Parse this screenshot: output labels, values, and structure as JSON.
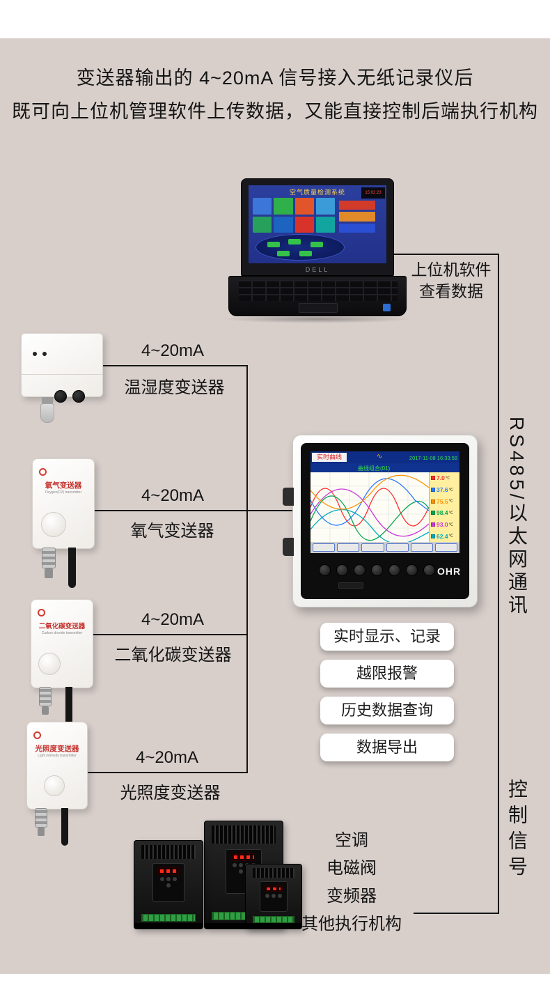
{
  "header": {
    "line1": "变送器输出的 4~20mA 信号接入无纸记录仪后",
    "line2": "既可向上位机管理软件上传数据，又能直接控制后端执行机构"
  },
  "laptop": {
    "screen_title": "空气质量检测系统",
    "clock": "15:02:23",
    "brand": "DELL",
    "label_line1": "上位机软件",
    "label_line2": "查看数据"
  },
  "sensors": [
    {
      "signal": "4~20mA",
      "name": "温湿度变送器"
    },
    {
      "signal": "4~20mA",
      "name": "氧气变送器",
      "plate": "氧气变送器",
      "plate_sub": "Oxygen(O2) transmitter"
    },
    {
      "signal": "4~20mA",
      "name": "二氧化碳变送器",
      "plate": "二氧化碳变送器",
      "plate_sub": "Carbon dioxide transmitter"
    },
    {
      "signal": "4~20mA",
      "name": "光照度变送器",
      "plate": "光照度变送器",
      "plate_sub": "Light intensity transmitter"
    }
  ],
  "recorder": {
    "brand": "OHR",
    "screen_title": "实时曲线",
    "datetime": "2017-11-08 16:33:58",
    "group_label": "曲线组合(01)",
    "unit": "℃",
    "channels": [
      {
        "value": "7.0",
        "color": "#ff2d2d"
      },
      {
        "value": "37.6",
        "color": "#2979ff"
      },
      {
        "value": "75.5",
        "color": "#ff9100"
      },
      {
        "value": "98.4",
        "color": "#00a650"
      },
      {
        "value": "93.0",
        "color": "#c838d8"
      },
      {
        "value": "62.4",
        "color": "#00a9bc"
      }
    ]
  },
  "features": [
    {
      "label": "实时显示、记录"
    },
    {
      "label": "越限报警"
    },
    {
      "label": "历史数据查询"
    },
    {
      "label": "数据导出"
    }
  ],
  "side_labels": {
    "comm": "RS485/以太网通讯",
    "control": "控制信号"
  },
  "actuators": [
    {
      "label": "空调"
    },
    {
      "label": "电磁阀"
    },
    {
      "label": "变频器"
    },
    {
      "label": "其他执行机构"
    }
  ],
  "colors": {
    "background": "#d8cfcb",
    "line": "#141414"
  }
}
